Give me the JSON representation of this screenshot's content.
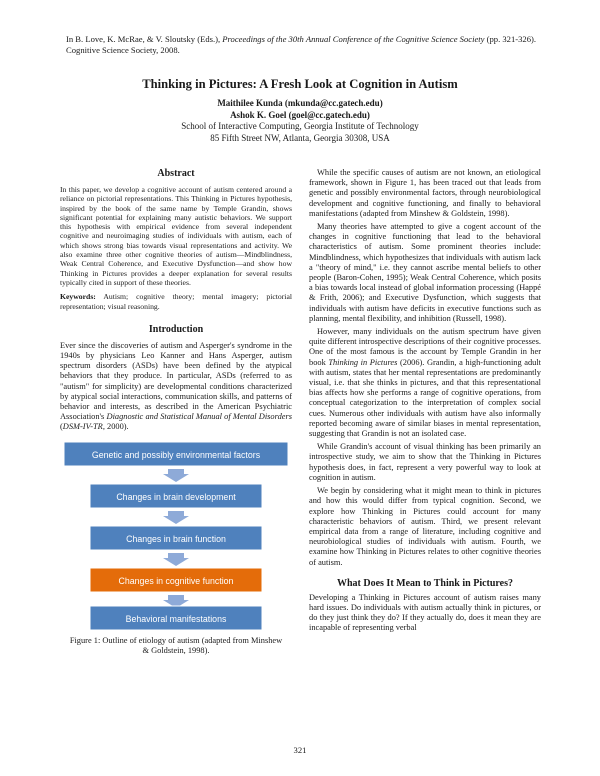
{
  "citation": {
    "line": "In B. Love, K. McRae, & V. Sloutsky (Eds.), ",
    "proceedings": "Proceedings of the 30th Annual Conference of the Cognitive Science Society",
    "pages": " (pp. 321-326). Cognitive Science Society, 2008."
  },
  "paper": {
    "title": "Thinking in Pictures: A Fresh Look at Cognition in Autism",
    "author1": "Maithilee Kunda (mkunda@cc.gatech.edu)",
    "author2": "Ashok K. Goel (goel@cc.gatech.edu)",
    "affiliation": "School of Interactive Computing, Georgia Institute of Technology",
    "address": "85 Fifth Street NW, Atlanta, Georgia 30308, USA"
  },
  "abstract": {
    "heading": "Abstract",
    "text": "In this paper, we develop a cognitive account of autism centered around a reliance on pictorial representations. This Thinking in Pictures hypothesis, inspired by the book of the same name by Temple Grandin, shows significant potential for explaining many autistic behaviors. We support this hypothesis with empirical evidence from several independent cognitive and neuroimaging studies of individuals with autism, each of which shows strong bias towards visual representations and activity. We also examine three other cognitive theories of autism—Mindblindness, Weak Central Coherence, and Executive Dysfunction—and show how Thinking in Pictures provides a deeper explanation for several results typically cited in support of these theories.",
    "keywords_label": "Keywords:",
    "keywords_text": " Autism; cognitive theory; mental imagery; pictorial representation; visual reasoning."
  },
  "introduction": {
    "heading": "Introduction",
    "text_a": "Ever since the discoveries of autism and Asperger's syndrome in the 1940s by physicians Leo Kanner and Hans Asperger, autism spectrum disorders (ASDs) have been defined by the atypical behaviors that they produce. In particular, ASDs (referred to as \"autism\" for simplicity) are developmental conditions characterized by atypical social interactions, communication skills, and patterns of behavior and interests, as described in the American Psychiatric Association's ",
    "manual_title": "Diagnostic and Statistical Manual of Mental Disorders",
    "manual_paren_open": " (",
    "manual_code": "DSM-IV-TR",
    "text_b": ", 2000)."
  },
  "figure": {
    "boxes": [
      "Genetic and possibly environmental factors",
      "Changes in brain development",
      "Changes in brain function",
      "Changes in cognitive function",
      "Behavioral manifestations"
    ],
    "caption": "Figure 1: Outline of etiology of autism (adapted from Minshew & Goldstein, 1998).",
    "colors": {
      "box_blue": "#4f81bd",
      "box_highlight": "#e46c0a",
      "arrow": "#8eaad8",
      "text": "#ffffff"
    }
  },
  "right_column": {
    "p1": "While the specific causes of autism are not known, an etiological framework, shown in Figure 1, has been traced out that leads from genetic and possibly environmental factors, through neurobiological development and cognitive functioning, and finally to behavioral manifestations (adapted from Minshew & Goldstein, 1998).",
    "p2": "Many theories have attempted to give a cogent account of the changes in cognitive functioning that lead to the behavioral characteristics of autism. Some prominent theories include: Mindblindness, which hypothesizes that individuals with autism lack a \"theory of mind,\" i.e. they cannot ascribe mental beliefs to other people (Baron-Cohen, 1995); Weak Central Coherence, which posits a bias towards local instead of global information processing (Happé & Frith, 2006); and Executive Dysfunction, which suggests that individuals with autism have deficits in executive functions such as planning, mental flexibility, and inhibition (Russell, 1998).",
    "p3_a": "However, many individuals on the autism spectrum have given quite different introspective descriptions of their cognitive processes. One of the most famous is the account by Temple Grandin in her book ",
    "p3_book": "Thinking in Pictures",
    "p3_b": " (2006). Grandin, a high-functioning adult with autism, states that her mental representations are predominantly visual, i.e. that she thinks in pictures, and that this representational bias affects how she performs a range of cognitive operations, from conceptual categorization to the interpretation of complex social cues. Numerous other individuals with autism have also informally reported becoming aware of similar biases in mental representation, suggesting that Grandin is not an isolated case.",
    "p4": "While Grandin's account of visual thinking has been primarily an introspective study, we aim to show that the Thinking in Pictures hypothesis does, in fact, represent a very powerful way to look at cognition in autism.",
    "p5": "We begin by considering what it might mean to think in pictures and how this would differ from typical cognition. Second, we explore how Thinking in Pictures could account for many characteristic behaviors of autism. Third, we present relevant empirical data from a range of literature, including cognitive and neurobiological studies of individuals with autism. Fourth, we examine how Thinking in Pictures relates to other cognitive theories of autism.",
    "h2": "What Does It Mean to Think in Pictures?",
    "p6": "Developing a Thinking in Pictures account of autism raises many hard issues. Do individuals with autism actually think in pictures, or do they just think they do? If they actually do, does it mean they are incapable of representing verbal"
  },
  "page_number": "321"
}
